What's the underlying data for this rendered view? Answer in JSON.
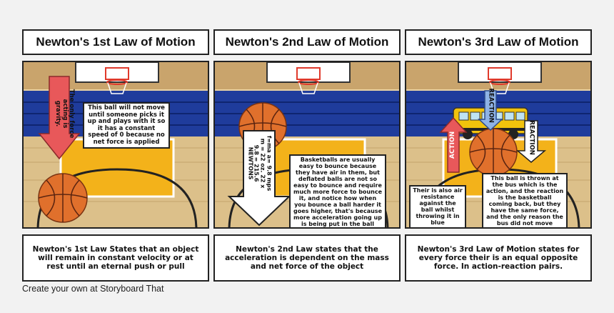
{
  "panels": [
    {
      "title": "Newton's 1st Law of Motion",
      "arrow_text": "The only force\nacting is gravity.",
      "bubble": "This ball will not move until someone picks it up and plays with it so it has a constant speed of 0 because no net force is applied",
      "caption": "Newton's 1st Law States that an object will remain in constant velocity or at rest until an eternal push or pull"
    },
    {
      "title": "Newton's 2nd Law of Motion",
      "arrow_text": "f=ma a= 9.8 mps\nm = 22 oz. 22 x\n9.8 = 215.6\nNEWTONS",
      "bubble": "Basketballs are usually easy to bounce because they have air in them, but deflated balls are not so easy to bounce and require much more force to bounce it, and notice how when you bounce a ball harder it goes higher, that's because more acceleration going up is being put in the ball",
      "caption": "Newton's 2nd Law states that the acceleration is dependent on the mass and net force of the object"
    },
    {
      "title": "Newton's 3rd Law of Motion",
      "action_label": "ACTION",
      "reaction_label_top": "REACTION",
      "reaction_label_right": "REACTION",
      "bubble_left": "Their is also air resistance against the ball whilst throwing it in blue",
      "bubble_right": "This ball is thrown at the bus which is the action, and the reaction is the basketball coming back, but they have the same force, and the only reason the bus did not move because it's mass was greater",
      "caption": "Newton's 3rd Law of Motion states for every force their is an equal opposite force. In action-reaction pairs."
    }
  ],
  "footer": "Create your own at Storyboard That",
  "colors": {
    "wall": "#e9d2a4",
    "floor": "#dcc08a",
    "bleachers": "#1f3c9c",
    "key": "#f3b21a",
    "ball": "#e0702c",
    "red_arrow": "#e8585a",
    "bus": "#f1c20c"
  }
}
